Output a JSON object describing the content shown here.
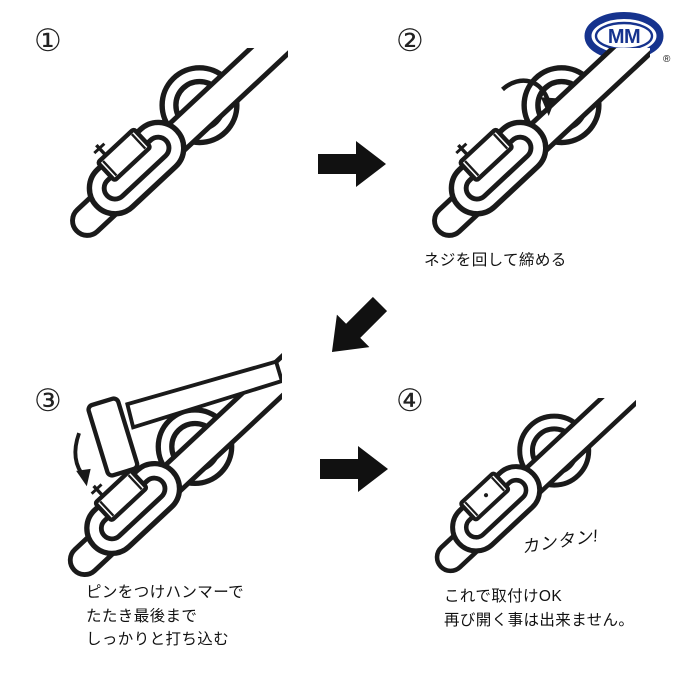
{
  "brand": {
    "logo_text": "MM",
    "registered_mark": "®"
  },
  "colors": {
    "ink": "#1a1a1a",
    "brand_blue": "#16338e"
  },
  "steps": {
    "s1": {
      "number": "①"
    },
    "s2": {
      "number": "②",
      "caption": "ネジを回して締める"
    },
    "s3": {
      "number": "③",
      "caption_lines": [
        "ピンをつけハンマーで",
        "たたき最後まで",
        "しっかりと打ち込む"
      ]
    },
    "s4": {
      "number": "④",
      "handwritten_note": "カンタン!",
      "caption_lines": [
        "これで取付けOK",
        "再び開く事は出来ません。"
      ]
    }
  }
}
